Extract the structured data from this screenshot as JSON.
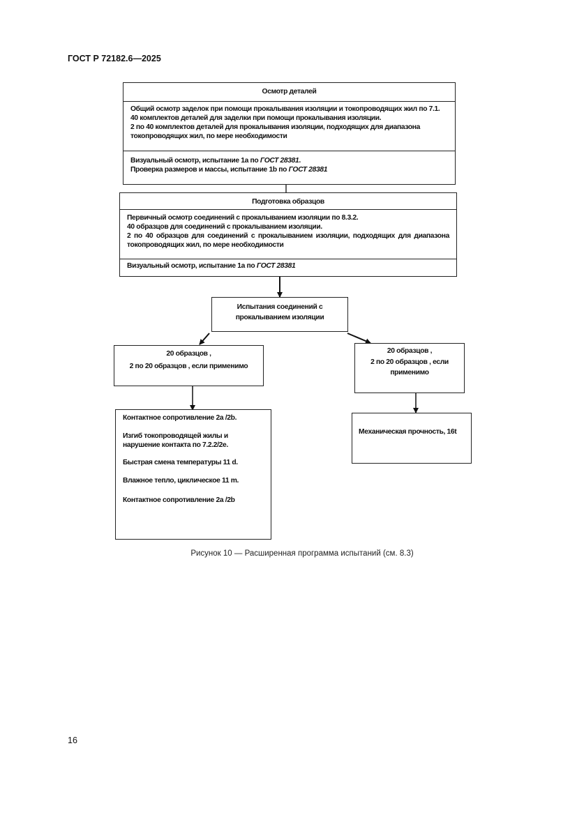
{
  "header": {
    "doc_code": "ГОСТ Р 72182.6—2025"
  },
  "flowchart": {
    "inspection": {
      "title": "Осмотр деталей",
      "body_lines": [
        "Общий осмотр заделок при помощи прокалывания изоляции и токопроводящих жил по 7.1.",
        "40 комплектов деталей для заделки при помощи прокалывания изоляции.",
        "2 по 40 комплектов деталей для прокалывания изоляции, подходящих для диапазона токопроводящих жил, по мере необходимости"
      ],
      "test1_prefix": "Визуальный осмотр, испытание 1a по ",
      "test1_ref": "ГОСТ 28381",
      "test1_suffix": ".",
      "test2_prefix": "Проверка размеров и массы, испытание 1b по ",
      "test2_ref": "ГОСТ 28381"
    },
    "preparation": {
      "title": "Подготовка образцов",
      "body_lines": [
        "Первичный осмотр соединений с прокалыванием изоляции по 8.3.2.",
        "40 образцов для соединений с прокалыванием изоляции.",
        "2 по 40 образцов для соединений с прокалыванием изоляции, подходящих для диапазона токопроводящих жил, по мере необходимости"
      ],
      "test_prefix": "Визуальный осмотр, испытание 1а по ",
      "test_ref": "ГОСТ 28381"
    },
    "tests": {
      "title": "Испытания соединений с прокалыванием изоляции"
    },
    "left_branch": {
      "samples_line1": "20 образцов ,",
      "samples_line2": "2 по 20 образцов , если применимо",
      "items": [
        "Контактное сопротивление 2a /2b.",
        "Изгиб токопроводящей жилы и нарушение контакта  по 7.2.2/2e.",
        "Быстрая смена температуры 11 d.",
        "Влажное тепло, циклическое 11 m.",
        "Контактное сопротивление 2a /2b"
      ]
    },
    "right_branch": {
      "samples_line1": "20 образцов ,",
      "samples_line2": "2 по 20 образцов , если применимо",
      "items": [
        "Механическая прочность, 16t"
      ]
    }
  },
  "caption": "Рисунок 10 — Расширенная программа испытаний (см. 8.3)",
  "page_number": "16"
}
